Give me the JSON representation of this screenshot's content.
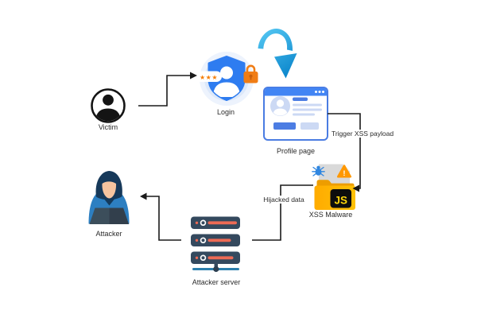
{
  "diagram": {
    "type": "flowchart",
    "subject": "XSS attack flow",
    "background": "#ffffff",
    "nodes": {
      "victim": {
        "label": "Victim",
        "icon": "person-circle-icon"
      },
      "login": {
        "label": "Login",
        "icon": "shield-user-icon",
        "stars": "★★★"
      },
      "profile_page": {
        "label": "Profile page",
        "icon": "browser-window-icon"
      },
      "xss_malware": {
        "label": "XSS Malware",
        "icon": "js-folder-malware-icon",
        "js_badge": "JS",
        "warning_mark": "!"
      },
      "attacker_server": {
        "label": "Attacker server",
        "icon": "server-stack-icon"
      },
      "attacker": {
        "label": "Attacker",
        "icon": "hooded-attacker-icon"
      }
    },
    "edges": [
      {
        "from": "Victim",
        "to": "Login",
        "label": "",
        "style": "elbow-black-arrow"
      },
      {
        "from": "Login",
        "to": "Profile page",
        "label": "",
        "style": "curved-blue-arrow"
      },
      {
        "from": "Profile page",
        "to": "XSS Malware",
        "label": "Trigger XSS payload",
        "style": "elbow-black-arrow"
      },
      {
        "from": "XSS Malware",
        "to": "Attacker server",
        "label": "Hijacked data",
        "style": "elbow-black-line"
      },
      {
        "from": "Attacker server",
        "to": "Attacker",
        "label": "",
        "style": "elbow-black-arrow"
      }
    ],
    "colors": {
      "connector": "#1a1a1a",
      "label_text": "#2b2b2b",
      "login_shield_blue": "#2e7cf0",
      "login_halo_outer": "#edf3fd",
      "login_halo_inner": "#dce8fa",
      "lock_orange": "#f07d15",
      "stars_orange": "#f57c00",
      "curved_arrow_start": "#53c6f2",
      "curved_arrow_end": "#0a85cb",
      "browser_blue": "#4285f4",
      "browser_border": "#4a7ce2",
      "browser_light_blue": "#ccd9f4",
      "browser_dark_bar": "#4c7de3",
      "paper_gray": "#d9d9d9",
      "bug_blue": "#2f86e0",
      "warning_orange": "#ff9800",
      "folder_yellow": "#ffb901",
      "folder_back_orange": "#ed9d00",
      "js_badge_bg": "#0d0d0d",
      "js_badge_text": "#ffd60a",
      "server_navy": "#34495e",
      "server_bar_red": "#ed6a55",
      "network_blue": "#2d7fad",
      "attacker_hood": "#17395a",
      "attacker_body": "#2d7fc1",
      "attacker_face": "#f7c49f",
      "laptop_gray": "#3c4e5b"
    }
  }
}
